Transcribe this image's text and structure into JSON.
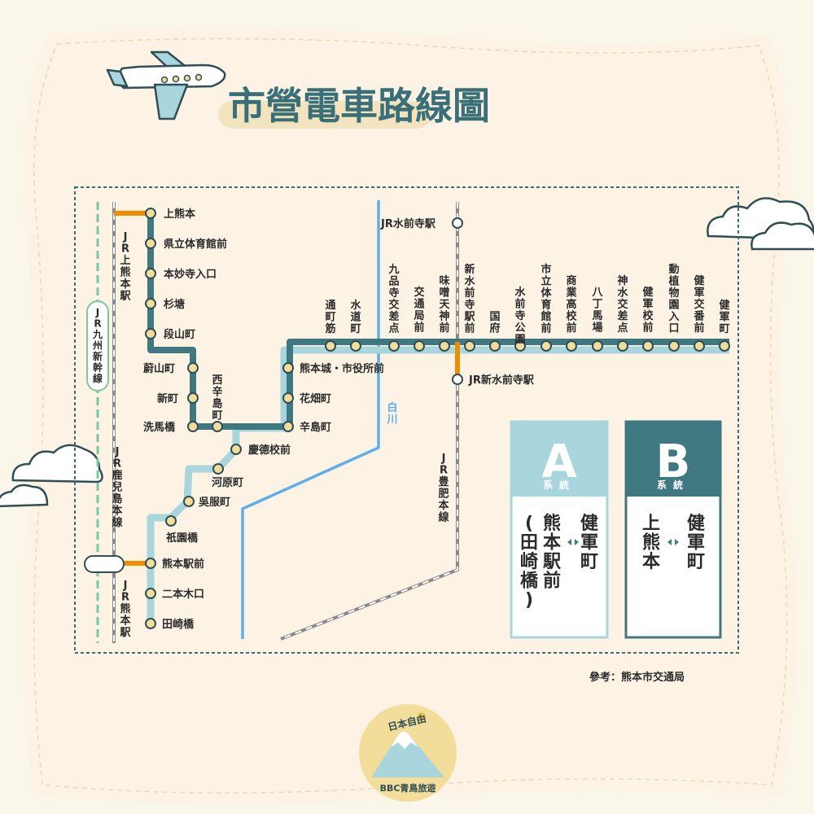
{
  "title": "市營電車路線圖",
  "source_note": "參考：熊本市交通局",
  "logo": {
    "top_text": "日本自由",
    "bottom_text": "BBC青鳥旅遊"
  },
  "colors": {
    "background": "#fbf6ea",
    "line_a": "#a9d6dc",
    "line_b": "#3f7880",
    "transfer": "#f08c00",
    "jr_shinkansen": "#7ec5a3",
    "river": "#5eaeea",
    "jr_rail": "#8a8a8a",
    "station_fill": "#f3dd9a"
  },
  "stations": {
    "kamikumamoto": "上熊本",
    "kenritsu": "県立体育館前",
    "honmyoji": "本妙寺入口",
    "sugitomo": "杉塘",
    "danyama": "段山町",
    "ishiyama": "蔚山町",
    "shinmachi": "新町",
    "araimabashi": "洗馬橋",
    "nishikarashima": "西辛島町",
    "karashima": "辛島町",
    "hanabata": "花畑町",
    "kumamotojo": "熊本城・市役所前",
    "torichosuji": "通町筋",
    "suidocho": "水道町",
    "kuhonji": "九品寺交差点",
    "kotsukyoku": "交通局前",
    "misotenjin": "味噌天神前",
    "shinsuizenji": "新水前寺駅前",
    "kokufu": "国府",
    "suizenjikoen": "水前寺公園",
    "shiritsutaiikukan": "市立体育館前",
    "shogyokoko": "商業高校前",
    "hacchobaba": "八丁馬場",
    "kuwamizu": "神水交差点",
    "kengunkomae": "健軍校前",
    "dobutsuen": "動植物園入口",
    "kengunkoban": "健軍交番前",
    "kengunmachi": "健軍町",
    "keitokukomae": "慶德校前",
    "kawaramachi": "河原町",
    "gofukumachi": "吳服町",
    "gionbashi": "祇園橋",
    "kumamotoekimae": "熊本駅前",
    "nihongiguchi": "二本木口",
    "tasakibashi": "田崎橋"
  },
  "jr_labels": {
    "kamikumamoto_station": "JR上熊本駅",
    "kyushu_shinkansen": "JR九州新幹線",
    "kagoshima_line": "JR鹿兒島本線",
    "kumamoto_station": "JR熊本駅",
    "suizenji_station": "JR水前寺駅",
    "shinsuizenji_station": "JR新水前寺駅",
    "hohi_line": "JR豊肥本線"
  },
  "river_label": "白川",
  "legend": {
    "a": {
      "letter": "A",
      "sub": "系統",
      "to": "健軍町",
      "from": "熊本駅前",
      "from_alt": "(田崎橋)"
    },
    "b": {
      "letter": "B",
      "sub": "系統",
      "to": "健軍町",
      "from": "上熊本"
    }
  }
}
